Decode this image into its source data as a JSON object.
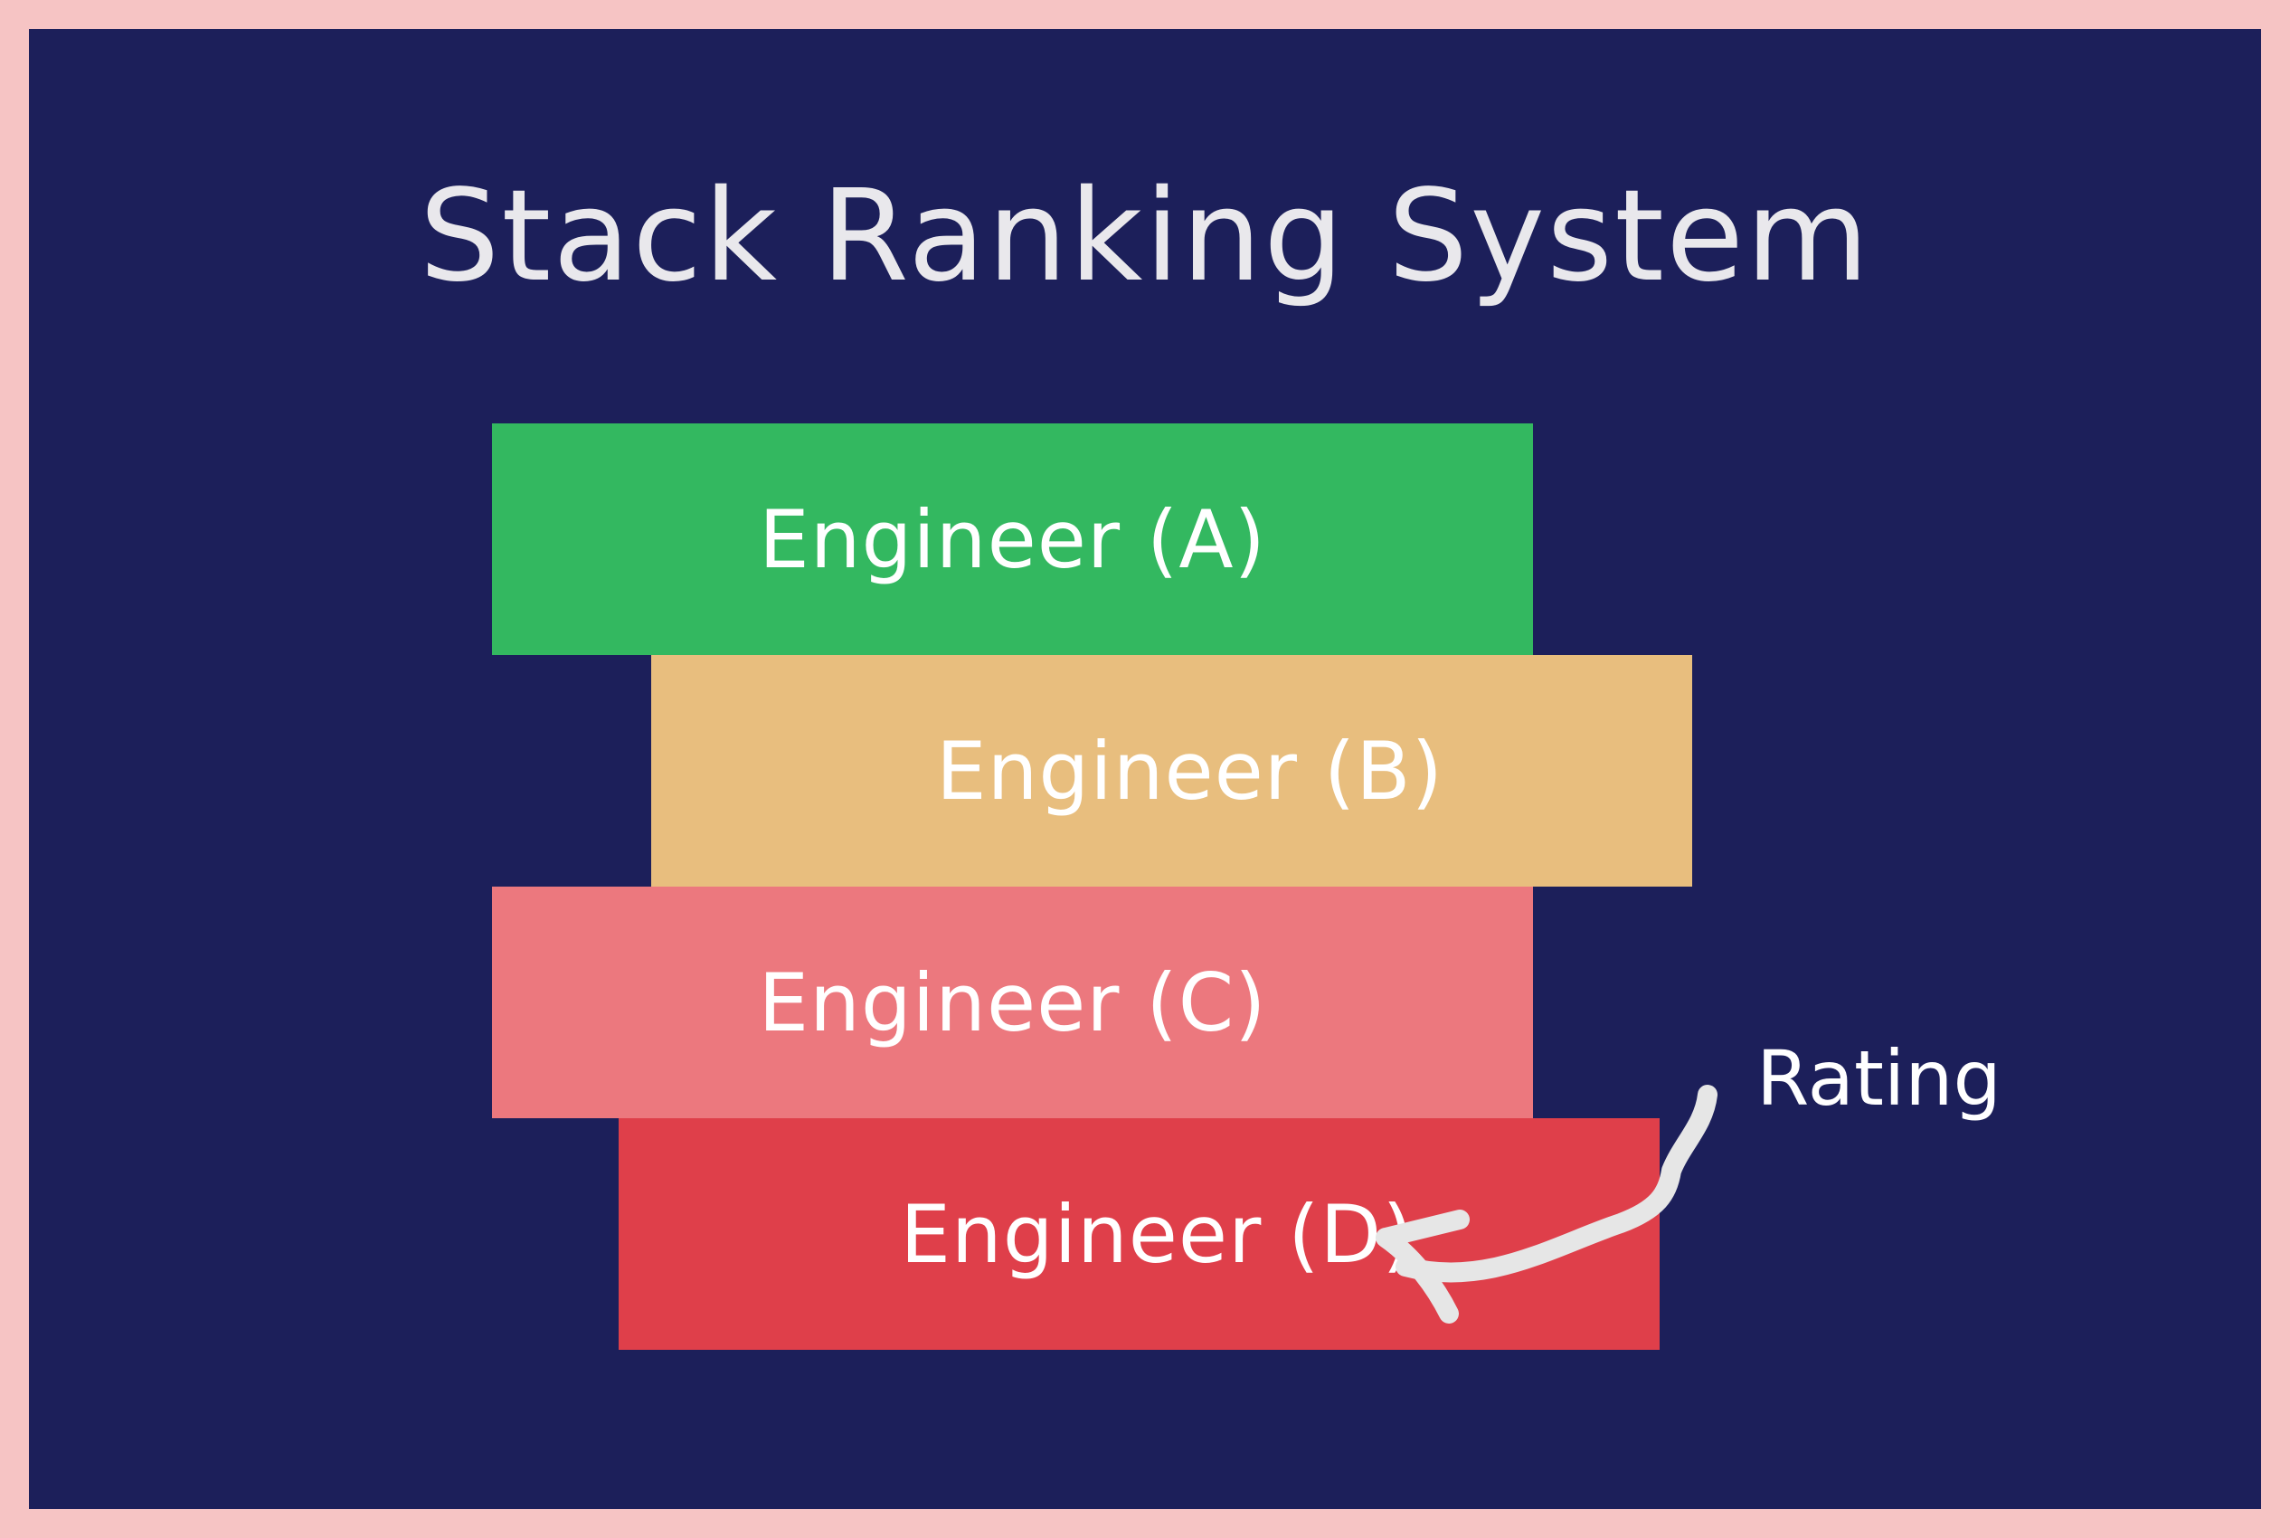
{
  "title": "Stack Ranking System",
  "ranks": [
    {
      "label": "Engineer (A)",
      "color": "#33b860"
    },
    {
      "label": "Engineer (B)",
      "color": "#e8be7e"
    },
    {
      "label": "Engineer (C)",
      "color": "#ec787e"
    },
    {
      "label": "Engineer (D)",
      "color": "#df3f4a"
    }
  ],
  "annotation": {
    "label": "Rating",
    "arrow_color": "#e6e6e6"
  },
  "colors": {
    "background": "#1c1f5a",
    "border": "#f6c4c4"
  }
}
